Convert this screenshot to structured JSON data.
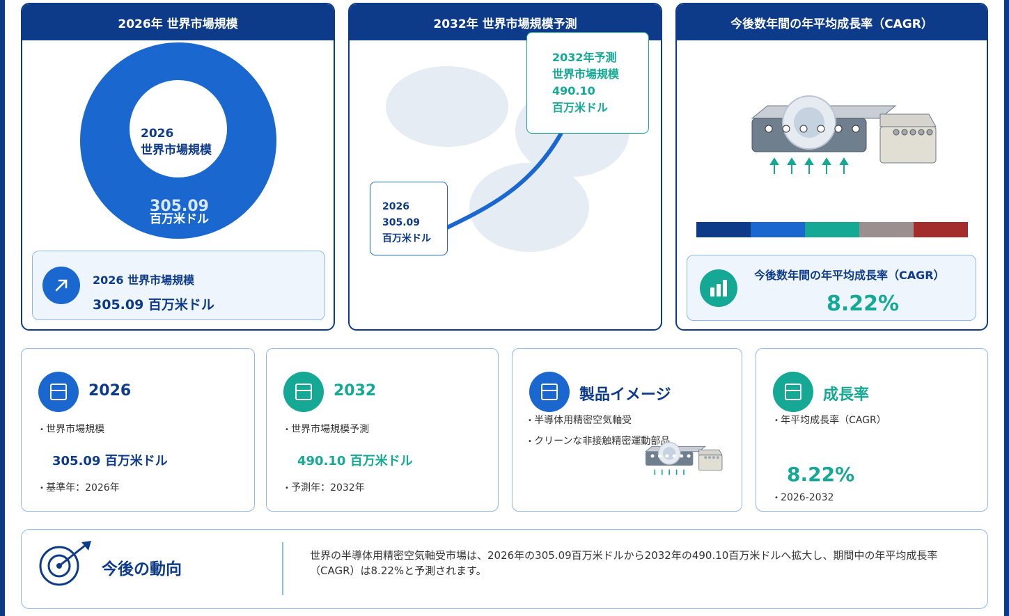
{
  "card_2026": {
    "header": "2026年 世界市場規模",
    "donut_label_year": "2026",
    "donut_label_text": "世界市場規模",
    "donut_value": "305.09",
    "donut_unit": "百万米ドル",
    "box_title": "2026 世界市場規模",
    "box_value": "305.09 百万米ドル"
  },
  "card_2032": {
    "header": "2032年 世界市場規模予測",
    "callout_2026": [
      "2026",
      "305.09",
      "百万米ドル"
    ],
    "callout_2032": [
      "2032年予測",
      "世界市場規模",
      "490.10",
      "百万米ドル"
    ]
  },
  "card_cagr": {
    "header": "今後数年間の年平均成長率（CAGR）",
    "bar_colors": [
      "#0d3b8a",
      "#1a68cf",
      "#15a894",
      "#9b8f8f",
      "#a32c2c"
    ],
    "box_title": "今後数年間の年平均成長率（CAGR）",
    "box_value": "8.22%"
  },
  "summary_cards": [
    {
      "title": "2026",
      "bullet1": "世界市場規模",
      "value": "305.09 百万米ドル",
      "bullet2": "基準年：2026年",
      "color": "#1a68cf"
    },
    {
      "title": "2032",
      "bullet1": "世界市場規模予測",
      "value": "490.10 百万米ドル",
      "bullet2": "予測年：2032年",
      "color": "#15a894"
    },
    {
      "title": "製品イメージ",
      "bullet1": "半導体用精密空気軸受",
      "bullet2": "クリーンな非接触精密運動部品",
      "color": "#1a68cf"
    },
    {
      "title": "成長率",
      "bullet1": "年平均成長率（CAGR）",
      "value": "8.22%",
      "bullet2": "2026-2032",
      "color": "#15a894"
    }
  ],
  "trend": {
    "title": "今後の動向",
    "text": "世界の半導体用精密空気軸受市場は、2026年の305.09百万米ドルから2032年の490.10百万米ドルへ拡大し、期間中の年平均成長率（CAGR）は8.22%と予測されます。"
  }
}
